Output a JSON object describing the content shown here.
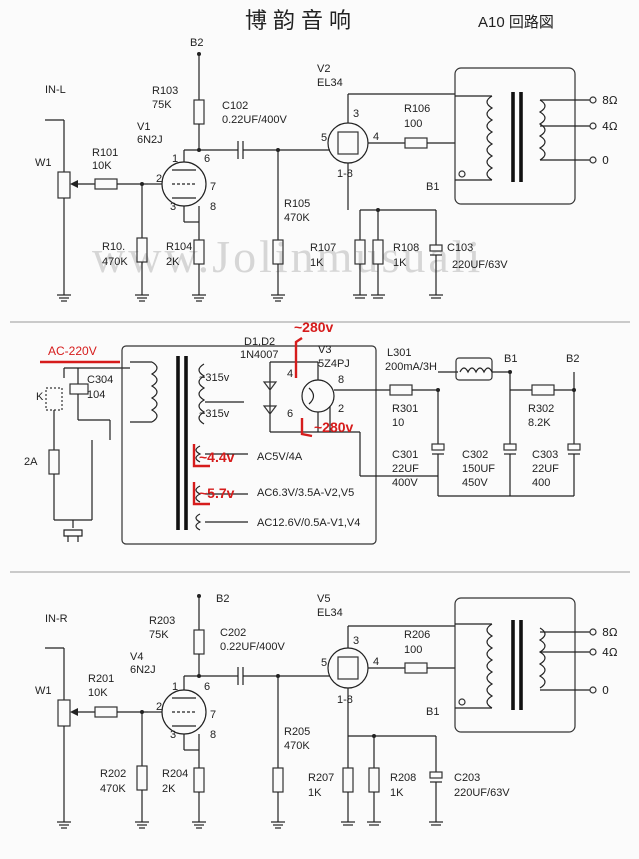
{
  "header": {
    "title": "博韵音响",
    "subtitle": "A10 回路図"
  },
  "watermark": "www.Jolinmusuali",
  "left_channel": {
    "input_label": "IN-L",
    "w1": "W1",
    "b2": "B2",
    "b1": "B1",
    "r101": [
      "R101",
      "10K"
    ],
    "r102": [
      "R10.",
      "470K"
    ],
    "r103": [
      "R103",
      "75K"
    ],
    "r104": [
      "R104",
      "2K"
    ],
    "r105": [
      "R105",
      "470K"
    ],
    "r106": [
      "R106",
      "100"
    ],
    "r107": [
      "R107",
      "1K"
    ],
    "r108": [
      "R108",
      "1K"
    ],
    "c102": [
      "C102",
      "0.22UF/400V"
    ],
    "c103": [
      "C103",
      "220UF/63V"
    ],
    "v1": [
      "V1",
      "6N2J"
    ],
    "v2": [
      "V2",
      "EL34"
    ],
    "pins_v1": [
      "1",
      "6",
      "2",
      "7",
      "3",
      "8"
    ],
    "pins_v2": [
      "5",
      "3",
      "4",
      "1-8"
    ],
    "taps": [
      "8Ω",
      "4Ω",
      "0"
    ]
  },
  "power_supply": {
    "ac_label": "AC-220V",
    "c304": [
      "C304",
      "104"
    ],
    "switch": "K",
    "fuse": "2A",
    "sec1": "~315v",
    "sec2": "~315v",
    "diodes": [
      "D1,D2",
      "1N4007"
    ],
    "v3": [
      "V3",
      "5Z4PJ"
    ],
    "v3_pins": [
      "4",
      "8",
      "6",
      "2"
    ],
    "l301": [
      "L301",
      "200mA/3H"
    ],
    "r301": [
      "R301",
      "10"
    ],
    "r302": [
      "R302",
      "8.2K"
    ],
    "c301": [
      "C301",
      "22UF",
      "400V"
    ],
    "c302": [
      "C302",
      "150UF",
      "450V"
    ],
    "c303": [
      "C303",
      "22UF",
      "400"
    ],
    "b1": "B1",
    "b2": "B2",
    "ac5v": "AC5V/4A",
    "ac63": "AC6.3V/3.5A-V2,V5",
    "ac126": "AC12.6V/0.5A-V1,V4",
    "annot_280_top": "~280v",
    "annot_280_bottom": "~280v",
    "annot_44": "~4.4v",
    "annot_57": "~5.7v"
  },
  "right_channel": {
    "input_label": "IN-R",
    "w1": "W1",
    "b2": "B2",
    "b1": "B1",
    "r201": [
      "R201",
      "10K"
    ],
    "r202": [
      "R202",
      "470K"
    ],
    "r203": [
      "R203",
      "75K"
    ],
    "r204": [
      "R204",
      "2K"
    ],
    "r205": [
      "R205",
      "470K"
    ],
    "r206": [
      "R206",
      "100"
    ],
    "r207": [
      "R207",
      "1K"
    ],
    "r208": [
      "R208",
      "1K"
    ],
    "c202": [
      "C202",
      "0.22UF/400V"
    ],
    "c203": [
      "C203",
      "220UF/63V"
    ],
    "v4": [
      "V4",
      "6N2J"
    ],
    "v5": [
      "V5",
      "EL34"
    ],
    "pins_v4": [
      "1",
      "6",
      "2",
      "7",
      "3",
      "8"
    ],
    "pins_v5": [
      "5",
      "3",
      "4",
      "1-8"
    ],
    "taps": [
      "8Ω",
      "4Ω",
      "0"
    ]
  }
}
